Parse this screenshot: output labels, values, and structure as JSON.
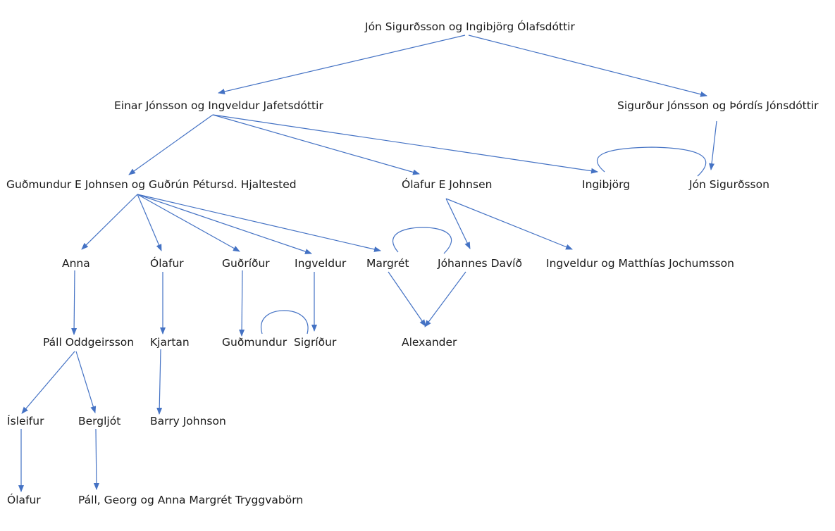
{
  "nodes": {
    "root": "Jón Sigurðsson og Ingibjörg Ólafsdóttir",
    "einar": "Einar Jónsson og Ingveldur Jafetsdóttir",
    "sigurdur": "Sigurður Jónsson og Þórdís Jónsdóttir",
    "gudmundur_e": "Guðmundur E Johnsen og Guðrún Pétursd. Hjaltested",
    "olafur_e": "Ólafur E Johnsen",
    "ingibjorg": "Ingibjörg",
    "jon": "Jón Sigurðsson",
    "anna": "Anna",
    "olafur2": "Ólafur",
    "gudridur": "Guðríður",
    "ingveldur": "Ingveldur",
    "margret": "Margrét",
    "johannes": "Jóhannes Davíð",
    "ingveldur_m": "Ingveldur og Matthías Jochumsson",
    "pall": "Páll Oddgeirsson",
    "kjartan": "Kjartan",
    "gudmundur2": "Guðmundur",
    "sigridur": "Sigríður",
    "alexander": "Alexander",
    "isleifur": "Ísleifur",
    "bergljot": "Bergljót",
    "barry": "Barry Johnson",
    "olafur3": "Ólafur",
    "pall_georg": "Páll, Georg og Anna Margrét Tryggvabörn"
  },
  "colors": {
    "edge": "#4472c4",
    "text": "#1a1a1a",
    "background": "#ffffff"
  }
}
